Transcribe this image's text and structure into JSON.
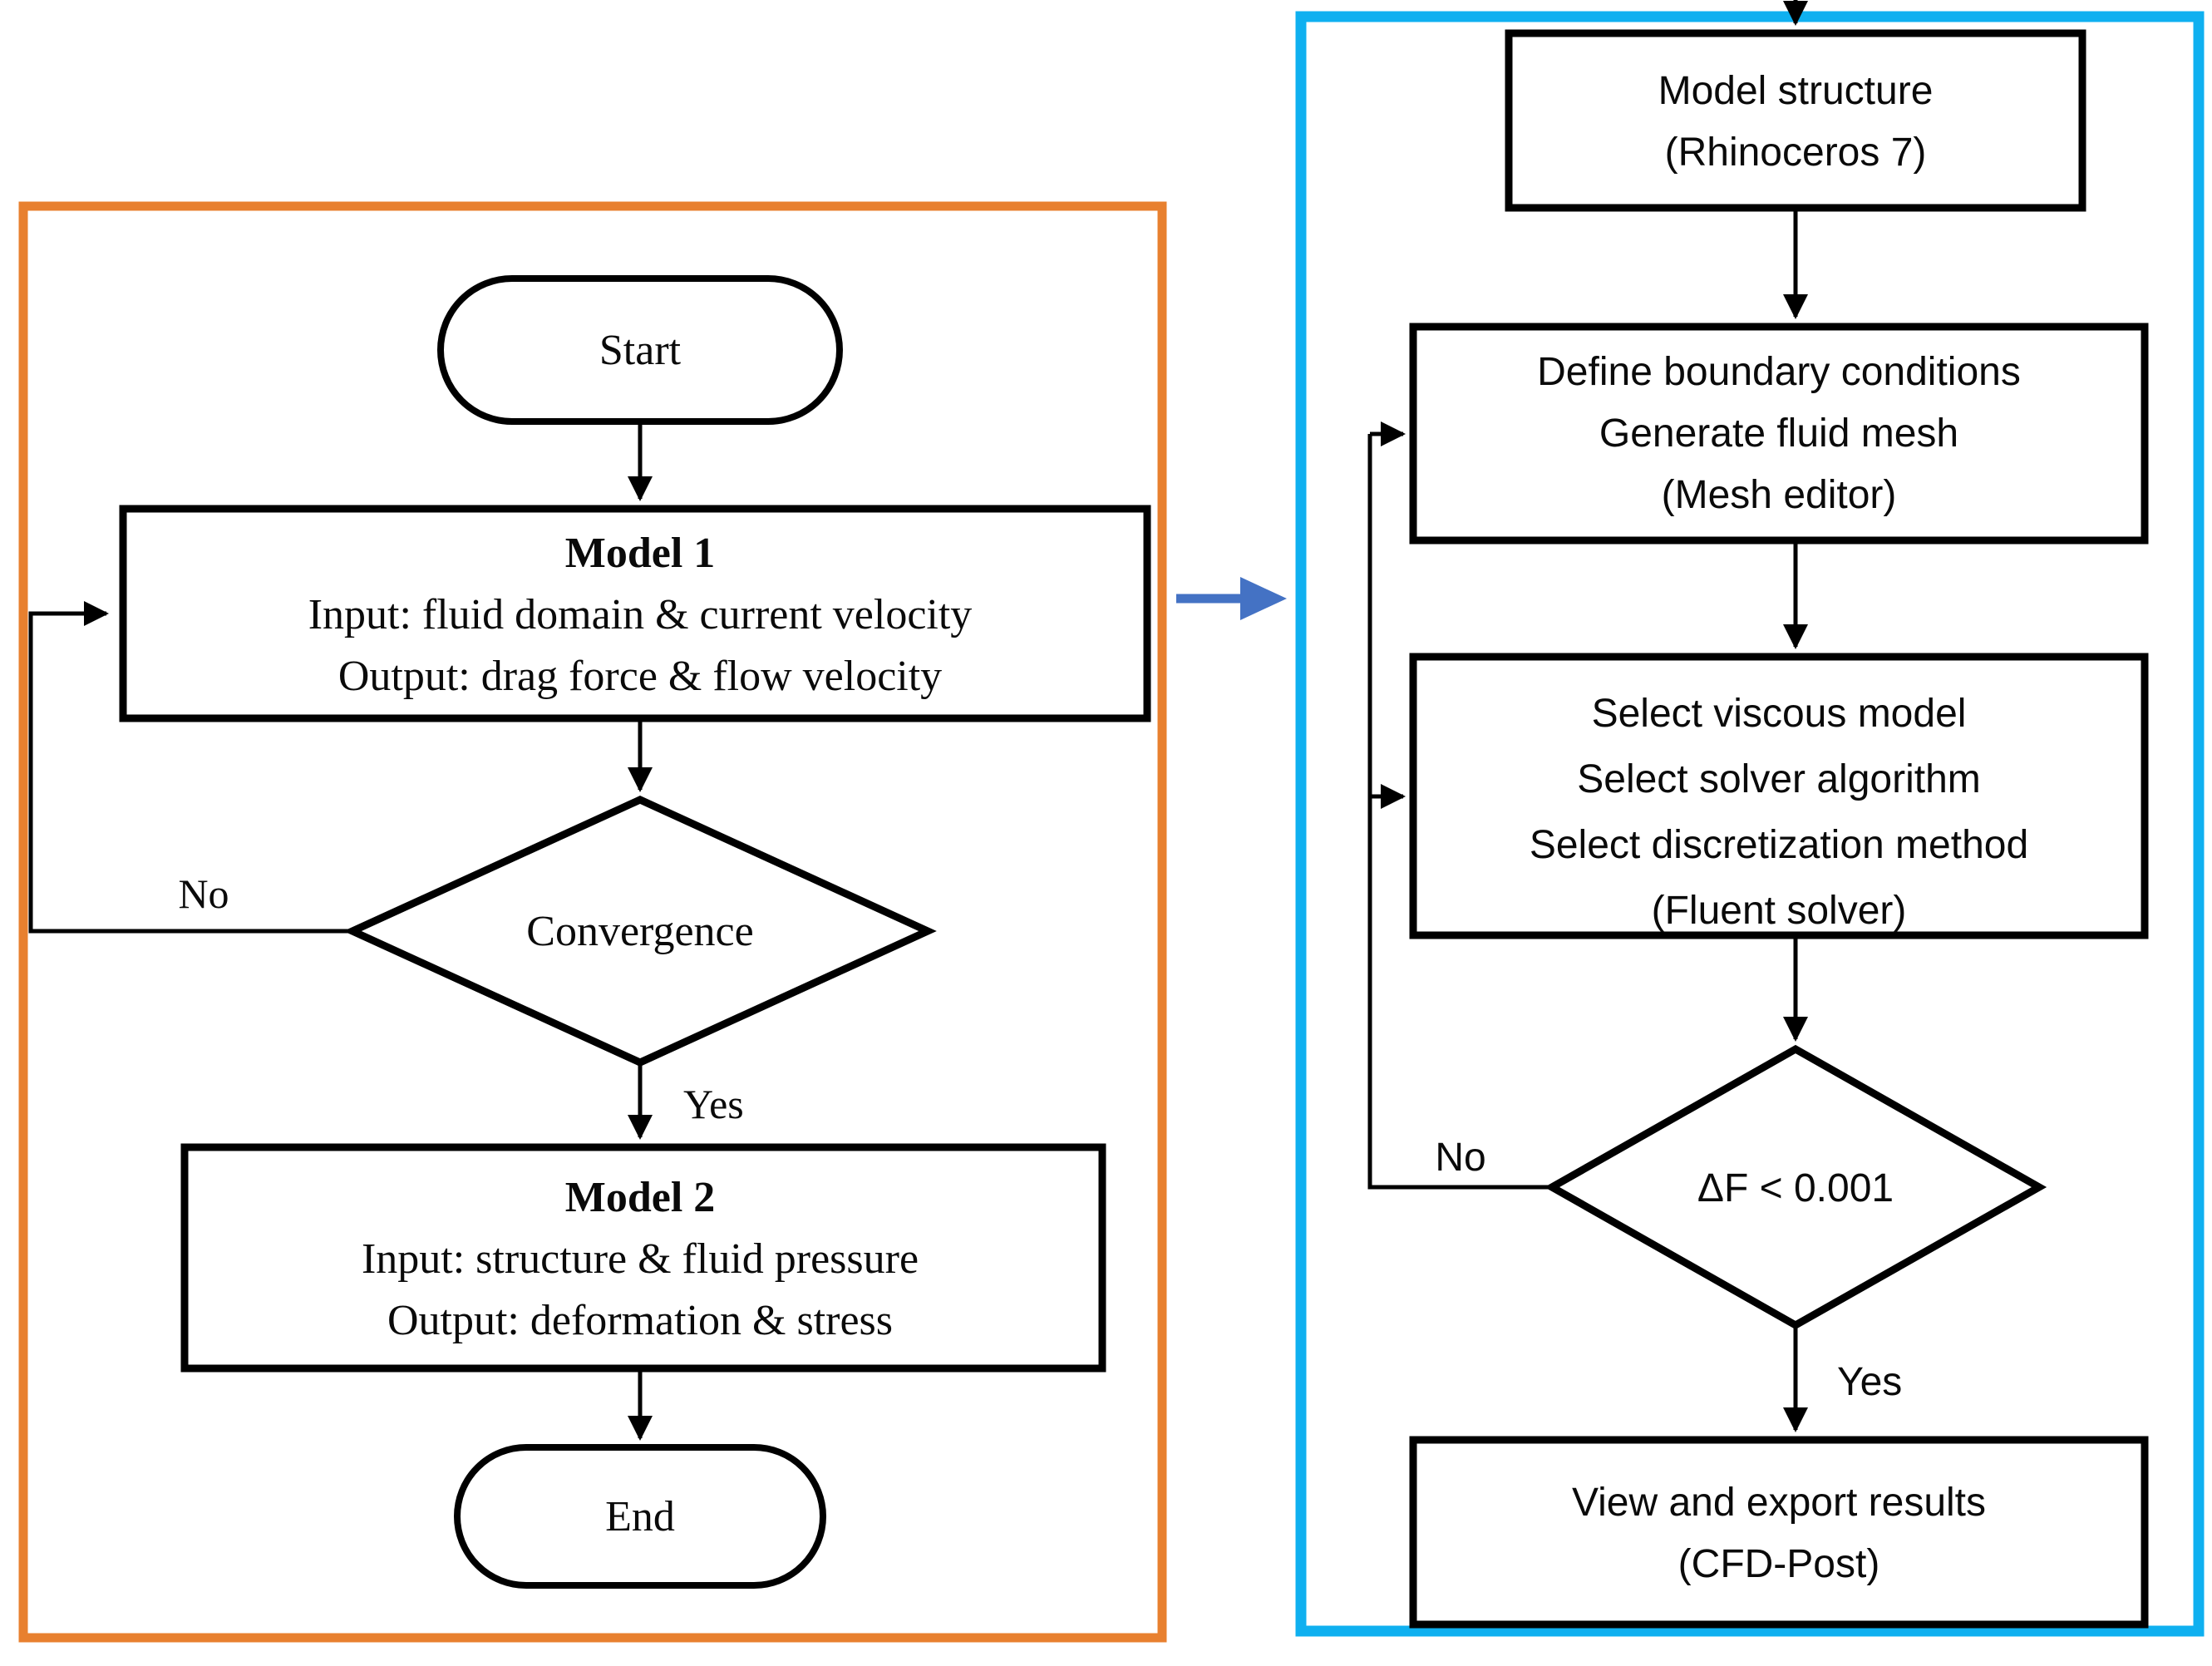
{
  "colors": {
    "left_frame": "#E8802F",
    "right_frame": "#0FB0F0",
    "link_arrow": "#4472C4",
    "node_stroke": "#000000",
    "background": "#FFFFFF"
  },
  "left": {
    "start_label": "Start",
    "model1": {
      "title": "Model 1",
      "lines": [
        "Input: fluid domain & current velocity",
        "Output: drag force & flow velocity"
      ]
    },
    "decision_label": "Convergence",
    "no_label": "No",
    "yes_label": "Yes",
    "model2": {
      "title": "Model 2",
      "lines": [
        "Input: structure & fluid pressure",
        "Output: deformation & stress"
      ]
    },
    "end_label": "End"
  },
  "right": {
    "step1": {
      "lines": [
        "Model structure",
        "(Rhinoceros 7)"
      ]
    },
    "step2": {
      "lines": [
        "Define boundary conditions",
        "Generate fluid mesh",
        "(Mesh editor)"
      ]
    },
    "step3": {
      "lines": [
        "Select viscous model",
        "Select solver algorithm",
        "Select discretization method",
        "(Fluent solver)"
      ]
    },
    "decision_label": "ΔF < 0.001",
    "no_label": "No",
    "yes_label": "Yes",
    "step4": {
      "lines": [
        "View and export results",
        "(CFD-Post)"
      ]
    }
  }
}
